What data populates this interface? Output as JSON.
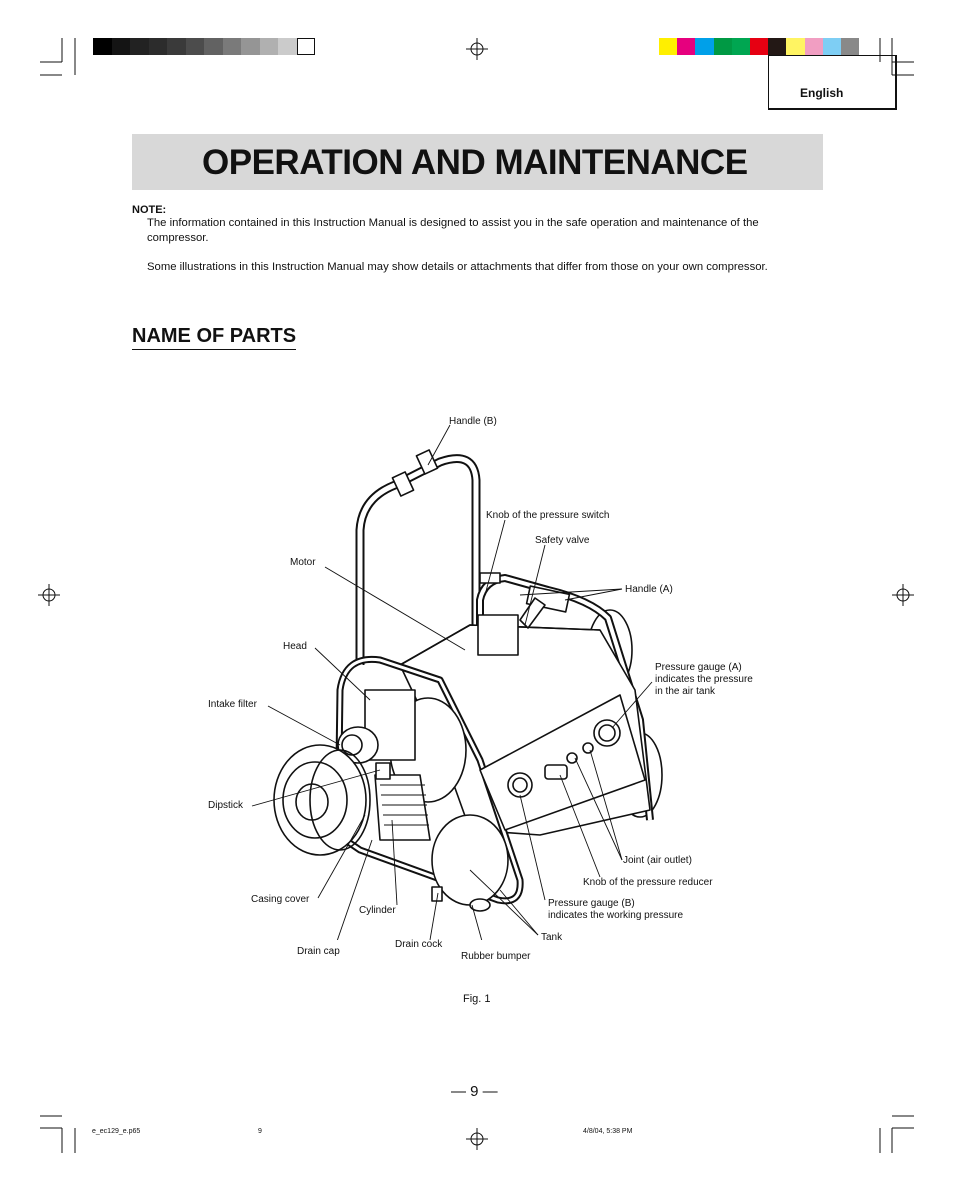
{
  "language_tab": "English",
  "title": "OPERATION AND MAINTENANCE",
  "note": {
    "heading": "NOTE:",
    "p1": "The information contained in this Instruction Manual is designed to assist you in the safe operation and maintenance of the compressor.",
    "p2": "Some illustrations in this Instruction Manual may show details or attachments that differ from those on your own compressor."
  },
  "section_heading": "NAME OF PARTS",
  "labels": {
    "handle_b": "Handle (B)",
    "knob_pressure_switch": "Knob of the pressure switch",
    "safety_valve": "Safety valve",
    "motor": "Motor",
    "handle_a": "Handle (A)",
    "head": "Head",
    "pressure_gauge_a": [
      "Pressure gauge (A)",
      "indicates the pressure",
      "in the air tank"
    ],
    "intake_filter": "Intake filter",
    "dipstick": "Dipstick",
    "joint": "Joint (air outlet)",
    "knob_pressure_reducer": "Knob of the pressure reducer",
    "casing_cover": "Casing cover",
    "cylinder": "Cylinder",
    "pressure_gauge_b": [
      "Pressure gauge (B)",
      "indicates the working pressure"
    ],
    "tank": "Tank",
    "drain_cock": "Drain cock",
    "drain_cap": "Drain cap",
    "rubber_bumper": "Rubber bumper"
  },
  "figure_caption": "Fig. 1",
  "page_number": "— 9 —",
  "footer": {
    "file": "e_ec129_e.p65",
    "page": "9",
    "date": "4/8/04, 5:38 PM"
  },
  "colors": {
    "banner_bg": "#d8d8d8",
    "gray_ramp": [
      "#000000",
      "#141414",
      "#222222",
      "#2c2c2c",
      "#3a3a3a",
      "#4c4c4c",
      "#626262",
      "#7a7a7a",
      "#959595",
      "#b0b0b0",
      "#cbcbcb",
      "#ffffff"
    ],
    "color_bar": [
      "#ffef00",
      "#e6007e",
      "#00a0e9",
      "#009944",
      "#00a651",
      "#e60012",
      "#231815",
      "#fff462",
      "#f19ec2",
      "#7ecef4",
      "#898989"
    ]
  }
}
